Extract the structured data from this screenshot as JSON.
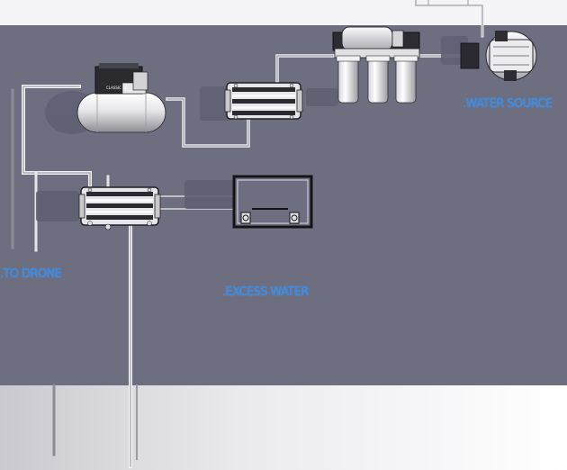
{
  "labels": {
    "water_source": ".WATER SOURCE",
    "to_drone": ".TO DRONE",
    "excess_water": ".EXCESS WATER"
  },
  "pump_brand": "CLASSIC RV",
  "colors": {
    "background": "#6d6f81",
    "label": "#2f8df0",
    "pipe": "#cfcfd4",
    "metal_light": "#eeeef0",
    "metal_dark": "#1e1e22"
  }
}
